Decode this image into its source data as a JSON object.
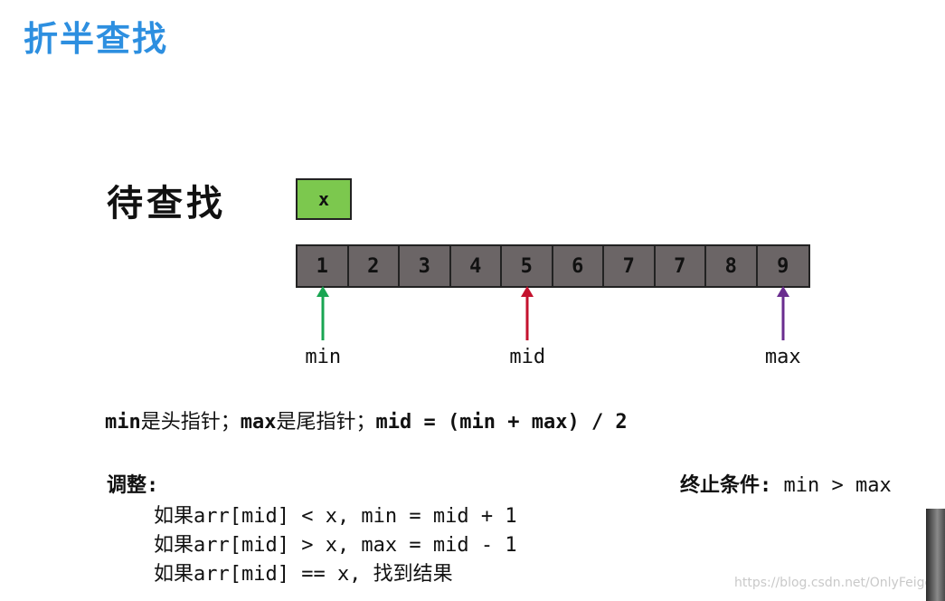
{
  "title": "折半查找",
  "search_label": "待查找",
  "target": "x",
  "array": [
    "1",
    "2",
    "3",
    "4",
    "5",
    "6",
    "7",
    "7",
    "8",
    "9"
  ],
  "pointers": {
    "min": {
      "label": "min",
      "index": 0,
      "color": "#19a552"
    },
    "mid": {
      "label": "mid",
      "index": 4,
      "color": "#c4122e"
    },
    "max": {
      "label": "max",
      "index": 9,
      "color": "#6a2d8f"
    }
  },
  "description": {
    "p1_bold": "min",
    "p1": "是头指针；",
    "p2_bold": "max",
    "p2": "是尾指针；",
    "p3_bold": "mid = (min + max) / 2"
  },
  "adjust": {
    "title": "调整:",
    "rules": [
      "如果arr[mid] < x, min = mid + 1",
      "如果arr[mid] > x, max = mid - 1",
      "如果arr[mid] == x, 找到结果"
    ]
  },
  "termination": {
    "label": "终止条件:",
    "condition": " min > max"
  },
  "watermark": "https://blog.csdn.net/OnlyFeiger"
}
